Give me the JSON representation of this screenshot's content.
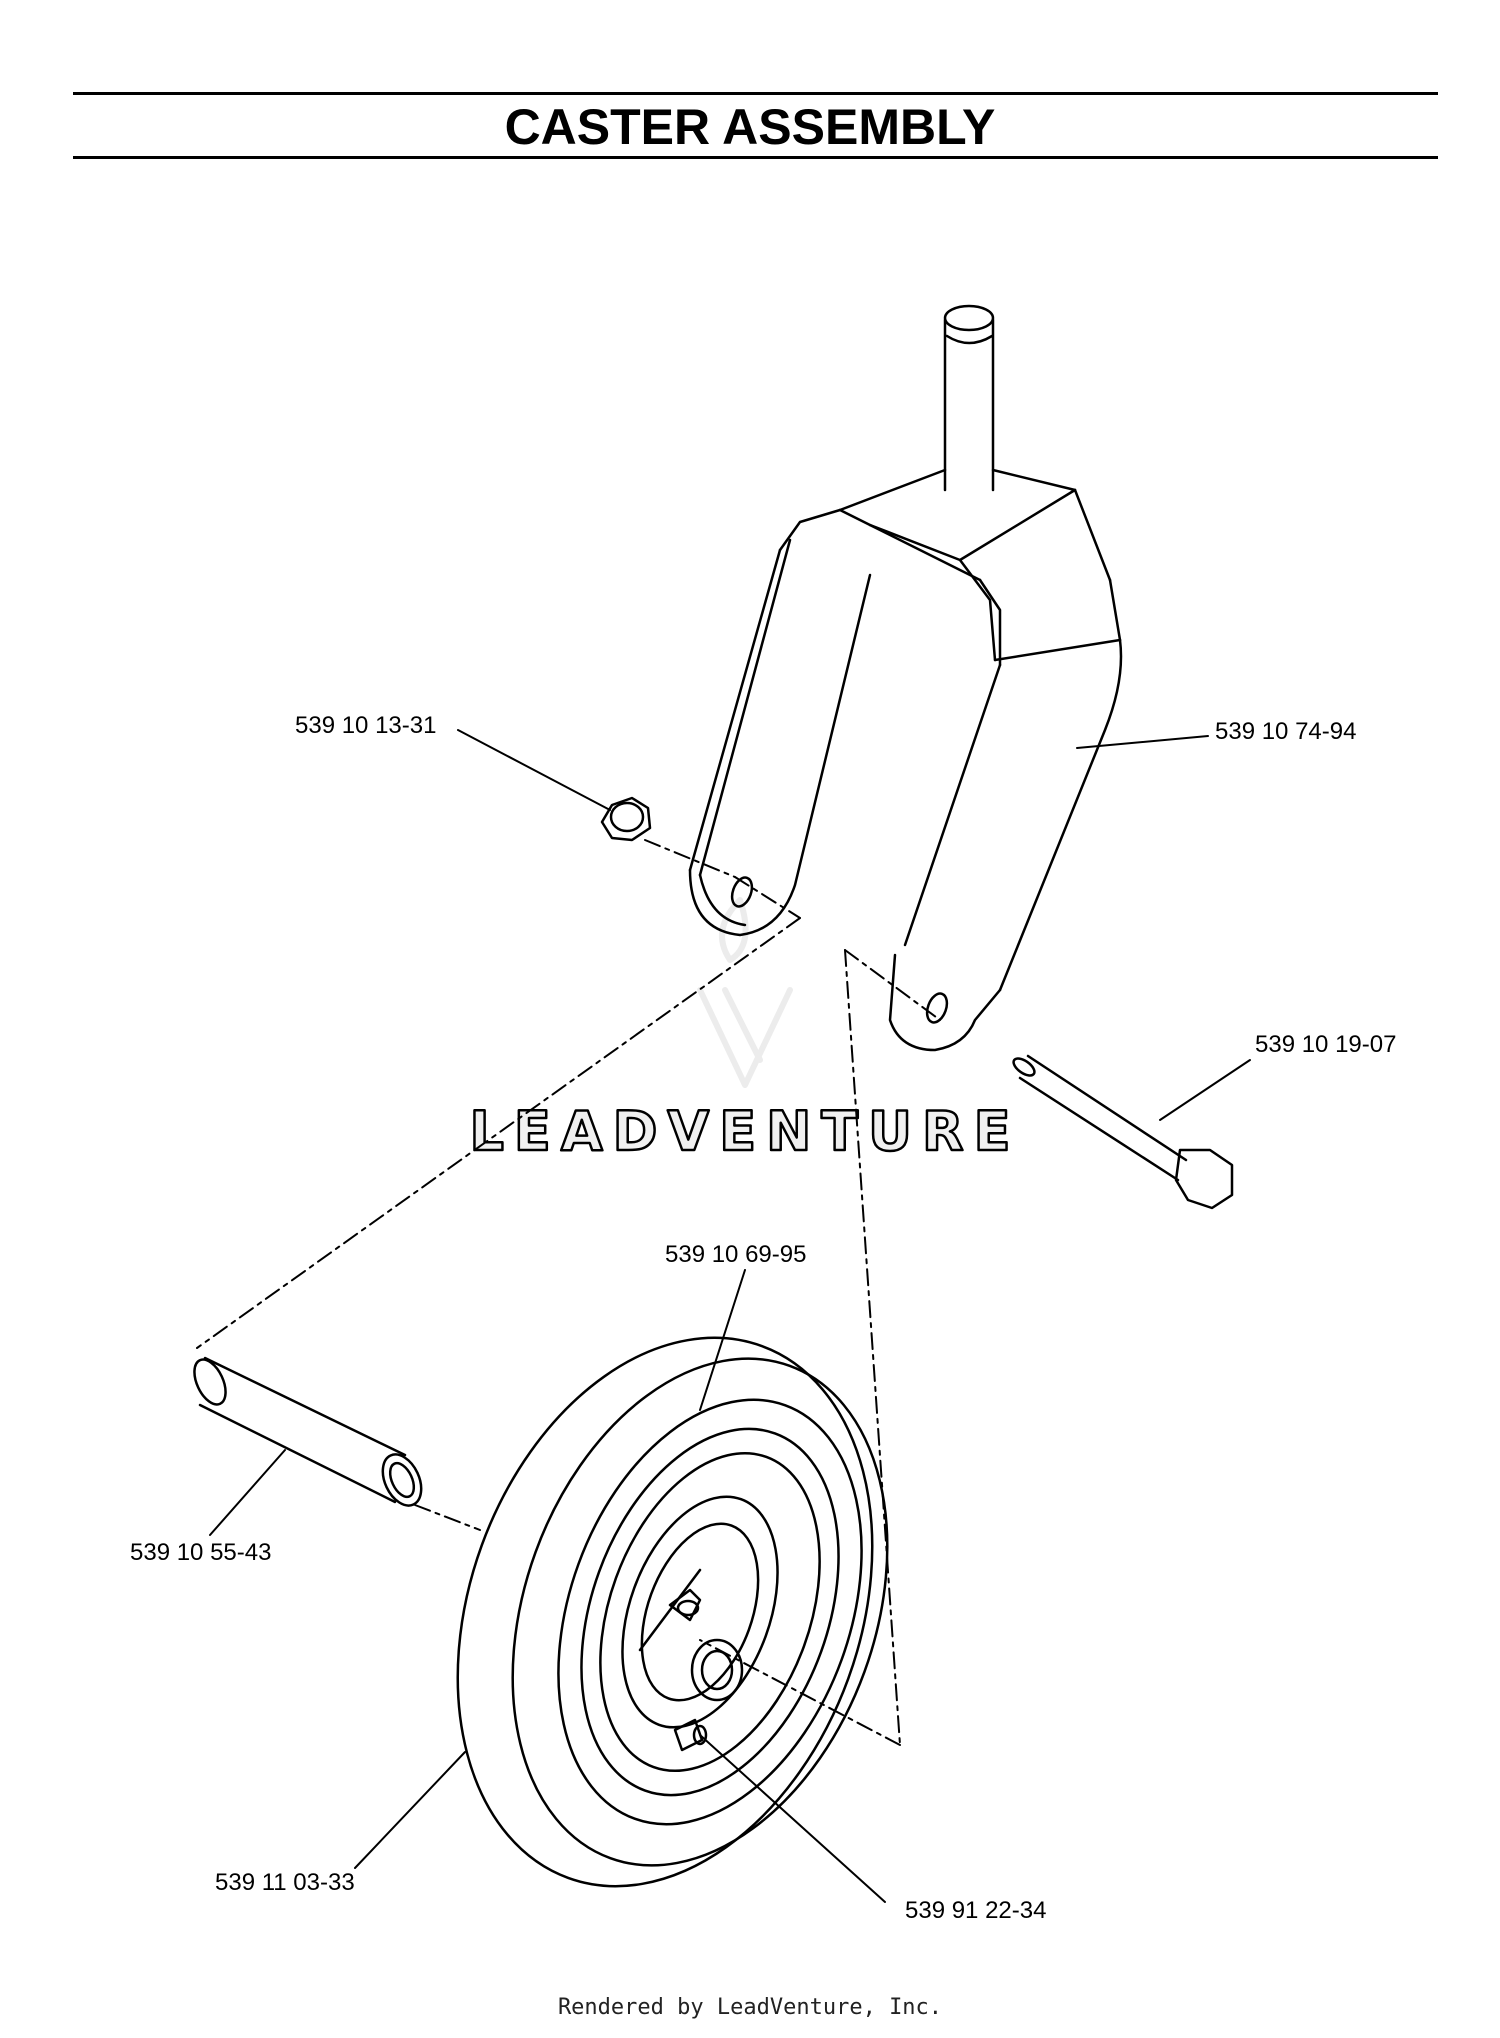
{
  "header": {
    "title": "CASTER ASSEMBLY"
  },
  "callouts": {
    "nut": "539 10 13-31",
    "fork": "539 10 74-94",
    "bolt": "539 10 19-07",
    "wheel": "539 10 69-95",
    "spacer": "539 10 55-43",
    "tire": "539 11 03-33",
    "grease_fitting": "539 91 22-34"
  },
  "watermark": {
    "text": "LEADVENTURE",
    "color": "#f0f0f0"
  },
  "footer": {
    "text": "Rendered by LeadVenture, Inc."
  }
}
